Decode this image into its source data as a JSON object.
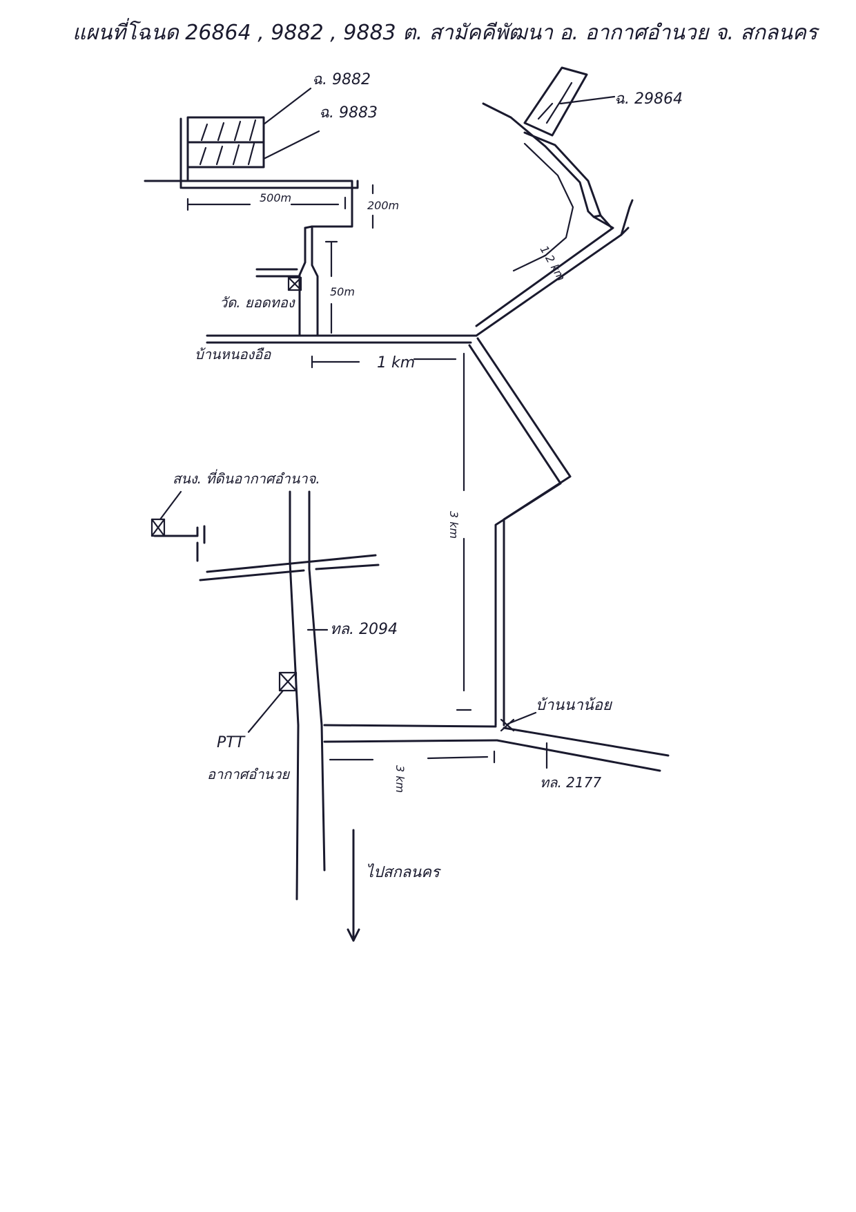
{
  "title": "แผนที่โฉนด 26864 , 9882 , 9883   ต. สามัคคีพัฒนา   อ. อากาศอำนวย   จ. สกลนคร",
  "parcels": {
    "p9882": "ฉ. 9882",
    "p9883": "ฉ. 9883",
    "p29864": "ฉ. 29864"
  },
  "distances": {
    "d500m": "500m",
    "d200m": "200m",
    "d50m": "50m",
    "d1km": "1 km",
    "d1_2km": "1.2 km",
    "d3km": "3 km",
    "d3km_bottom": "3 km"
  },
  "landmarks": {
    "temple": "วัด. ยอดทอง",
    "village_nongue": "บ้านหนองอือ",
    "agri_office": "สนง. ที่ดินอากาศอำนาจ.",
    "ptt": "PTT",
    "ptt_sub": "อากาศอำนวย",
    "village_nanoi": "บ้านนาน้อย"
  },
  "roads": {
    "road_2094": "ทล. 2094",
    "road_2177": "ทล. 2177"
  },
  "direction": "ไปสกลนคร",
  "colors": {
    "ink": "#1a1a2e",
    "paper": "#ffffff"
  }
}
